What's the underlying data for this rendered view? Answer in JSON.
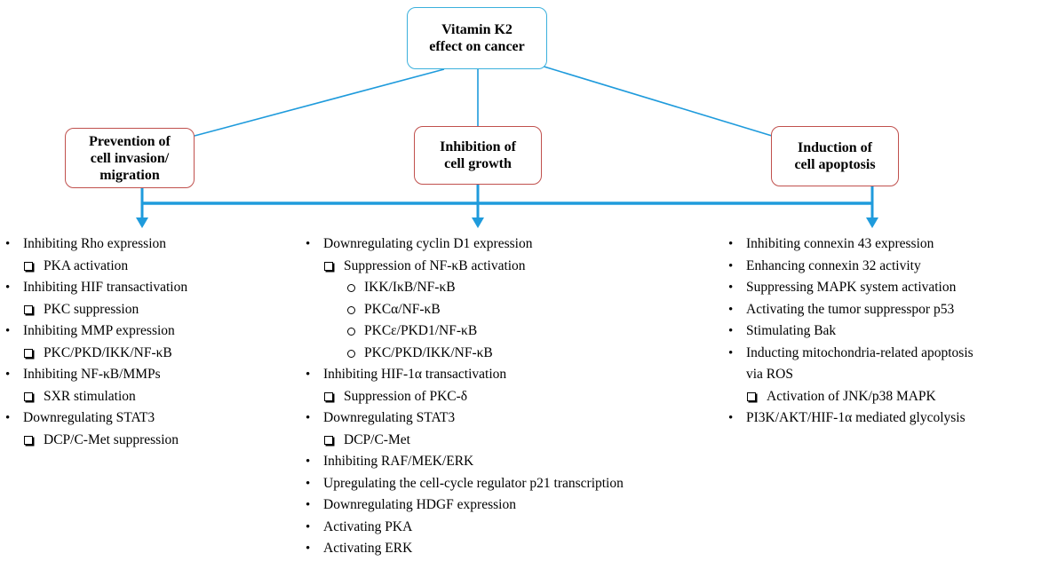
{
  "root": {
    "lines": [
      "Vitamin K2",
      "effect on cancer"
    ]
  },
  "branches": [
    {
      "id": "invasion",
      "lines": [
        "Prevention of",
        "cell invasion/",
        "migration"
      ],
      "items": [
        {
          "text": "Inhibiting Rho expression",
          "subs": [
            {
              "text": "PKA activation"
            }
          ]
        },
        {
          "text": "Inhibiting HIF transactivation",
          "subs": [
            {
              "text": "PKC suppression"
            }
          ]
        },
        {
          "text": "Inhibiting MMP expression",
          "subs": [
            {
              "text": "PKC/PKD/IKK/NF-κB"
            }
          ]
        },
        {
          "text": "Inhibiting NF-κB/MMPs",
          "subs": [
            {
              "text": "SXR stimulation"
            }
          ]
        },
        {
          "text": "Downregulating STAT3",
          "subs": [
            {
              "text": "DCP/C-Met suppression"
            }
          ]
        }
      ]
    },
    {
      "id": "growth",
      "lines": [
        "Inhibition of",
        "cell growth"
      ],
      "items": [
        {
          "text": "Downregulating cyclin D1 expression",
          "subs": [
            {
              "text": "Suppression of NF-κB activation",
              "subs": [
                {
                  "text": "IKK/IκB/NF-κB"
                },
                {
                  "text": "PKCα/NF-κB"
                },
                {
                  "text": "PKCε/PKD1/NF-κB"
                },
                {
                  "text": "PKC/PKD/IKK/NF-κB"
                }
              ]
            }
          ]
        },
        {
          "text": "Inhibiting HIF-1α transactivation",
          "subs": [
            {
              "text": "Suppression of PKC-δ"
            }
          ]
        },
        {
          "text": "Downregulating STAT3",
          "subs": [
            {
              "text": "DCP/C-Met"
            }
          ]
        },
        {
          "text": "Inhibiting RAF/MEK/ERK"
        },
        {
          "text": "Upregulating the cell-cycle regulator p21 transcription"
        },
        {
          "text": "Downregulating HDGF expression"
        },
        {
          "text": "Activating PKA"
        },
        {
          "text": "Activating ERK"
        }
      ]
    },
    {
      "id": "apoptosis",
      "lines": [
        "Induction of",
        "cell apoptosis"
      ],
      "items": [
        {
          "text": "Inhibiting connexin 43 expression"
        },
        {
          "text": "Enhancing connexin 32 activity"
        },
        {
          "text": "Suppressing MAPK system activation"
        },
        {
          "text": "Activating the tumor suppresspor p53"
        },
        {
          "text": "Stimulating Bak"
        },
        {
          "text": "Inducting mitochondria-related apoptosis",
          "cont": "via ROS",
          "subs": [
            {
              "text": "Activation of JNK/p38 MAPK"
            }
          ]
        },
        {
          "text": "PI3K/AKT/HIF-1α mediated glycolysis"
        }
      ]
    }
  ],
  "colors": {
    "root_border": "#3bb0dc",
    "branch_border": "#c0504d",
    "connector": "#1f9bdc",
    "text": "#000000"
  }
}
